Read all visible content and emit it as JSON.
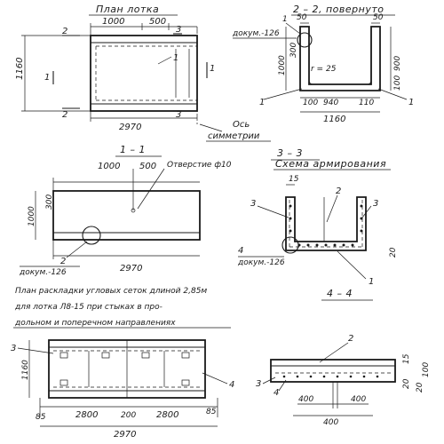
{
  "plan": {
    "title": "План лотка",
    "dim_1000": "1000",
    "dim_500": "500",
    "dim_1160": "1160",
    "dim_2970": "2970",
    "sec_2": "2",
    "sec_3": "3",
    "sec_1": "1",
    "callout_1": "1",
    "axis_label": "Ось",
    "axis_label2": "симметрии"
  },
  "section_2_2": {
    "title": "2 – 2, повернуто",
    "dim_50a": "50",
    "dim_50b": "50",
    "dim_300": "300",
    "dim_1000": "1000",
    "dim_900": "900",
    "dim_100a": "100",
    "dim_100b": "100",
    "dim_940": "940",
    "dim_110": "110",
    "dim_1160": "1160",
    "radius": "r = 25",
    "callout_1a": "1",
    "callout_1b": "1",
    "callout_1c": "1",
    "doc_ref": "докум.-126"
  },
  "section_1_1": {
    "title": "1 – 1",
    "dim_1000": "1000",
    "dim_500": "500",
    "hole_label": "Отверстие ф10",
    "dim_300": "300",
    "dim_1000v": "1000",
    "dim_2970": "2970",
    "callout_2": "2",
    "doc_ref": "докум.-126"
  },
  "section_3_3": {
    "title": "3 – 3"
  },
  "reinforcement": {
    "title": "Схема армирования",
    "dim_15": "15",
    "dim_20": "20",
    "callout_2": "2",
    "callout_3a": "3",
    "callout_3b": "3",
    "callout_4": "4",
    "callout_1": "1",
    "doc_ref": "докум.-126",
    "section_4_4": "4 – 4"
  },
  "layout_plan": {
    "caption_line1": "План раскладки угловых сеток длиной 2,85м",
    "caption_line2": "для лотка Л8-15 при стыках в про-",
    "caption_line3": "дольном и поперечном направлениях",
    "dim_85a": "85",
    "dim_2800a": "2800",
    "dim_200": "200",
    "dim_2800b": "2800",
    "dim_85b": "85",
    "dim_2970": "2970",
    "dim_1160": "1160",
    "callout_3": "3",
    "callout_4": "4"
  },
  "section_4_4_detail": {
    "callout_2": "2",
    "callout_3": "3",
    "callout_4": "4",
    "dim_15": "15",
    "dim_100": "100",
    "dim_20a": "20",
    "dim_20b": "20",
    "dim_400a": "400",
    "dim_400b": "400",
    "dim_400c": "400"
  }
}
